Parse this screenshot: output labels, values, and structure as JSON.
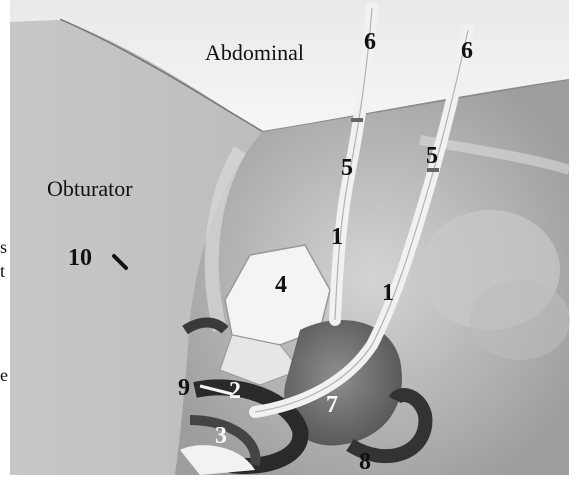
{
  "image": {
    "text_labels": {
      "abdominal": "Abdominal",
      "obturator": "Obturator",
      "n6a": "6",
      "n6b": "6",
      "n5a": "5",
      "n5b": "5",
      "n1a": "1",
      "n1b": "1",
      "n4": "4",
      "n10": "10",
      "n9": "9",
      "n2": "2",
      "n7": "7",
      "n3": "3",
      "n8": "8",
      "frag_s": "s",
      "frag_t": "t",
      "frag_e": "e"
    }
  }
}
